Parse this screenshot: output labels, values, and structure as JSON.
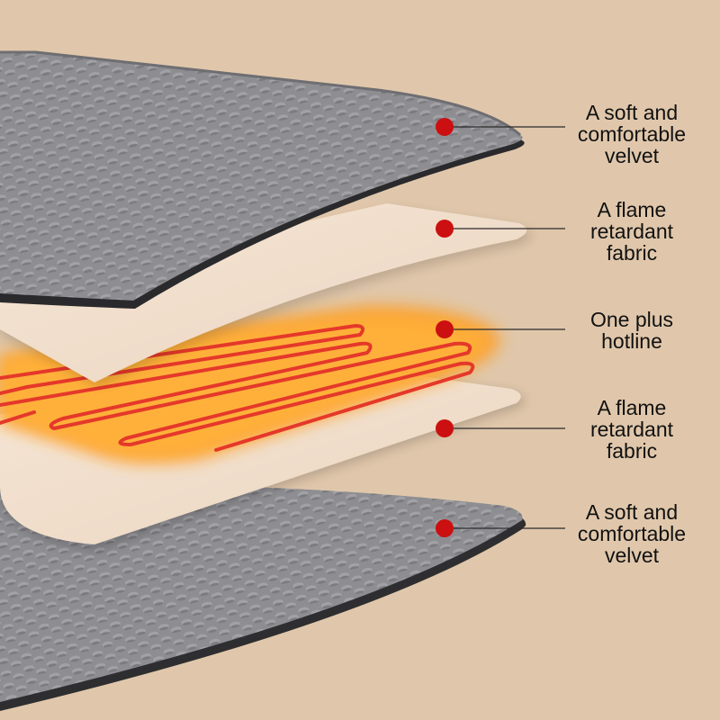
{
  "layers": [
    {
      "id": "top-velvet",
      "label_lines": [
        "A soft and",
        "comfortable",
        "velvet"
      ]
    },
    {
      "id": "upper-flame-fabric",
      "label_lines": [
        "A flame",
        "retardant",
        "fabric"
      ]
    },
    {
      "id": "hotline",
      "label_lines": [
        "One plus",
        "hotline"
      ]
    },
    {
      "id": "lower-flame-fabric",
      "label_lines": [
        "A flame",
        "retardant",
        "fabric"
      ]
    },
    {
      "id": "bottom-velvet",
      "label_lines": [
        "A soft and",
        "comfortable",
        "velvet"
      ]
    }
  ],
  "colors": {
    "background": "#e0c7ab",
    "velvet": "#8e8e92",
    "fabric": "#f0ddcc",
    "heat_glow": "#ff9a1e",
    "wire": "#e5382a",
    "callout_dot": "#cc0f10"
  }
}
